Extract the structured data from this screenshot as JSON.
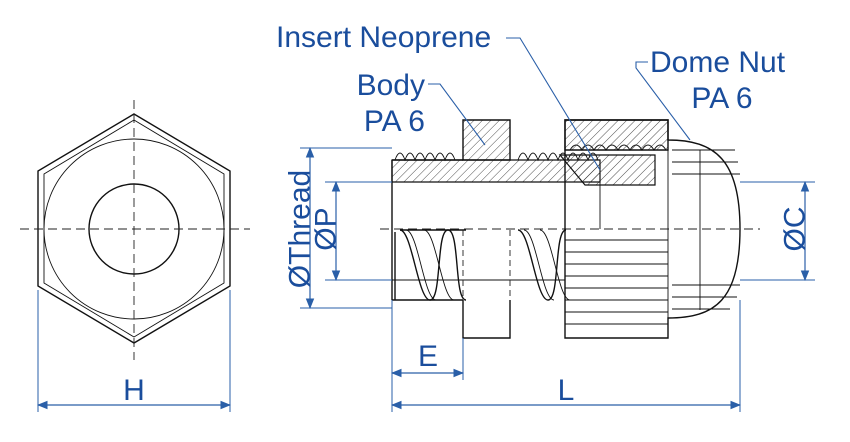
{
  "labels": {
    "insert": "Insert Neoprene",
    "body_line1": "Body",
    "body_line2": "PA 6",
    "dome_line1": "Dome Nut",
    "dome_line2": "PA 6",
    "thread": "ØThread",
    "p": "ØP",
    "c": "ØC",
    "e": "E",
    "l": "L",
    "h": "H"
  },
  "colors": {
    "label": "#1a4d9c",
    "dimension": "#2a5fa8",
    "outline": "#111111"
  }
}
